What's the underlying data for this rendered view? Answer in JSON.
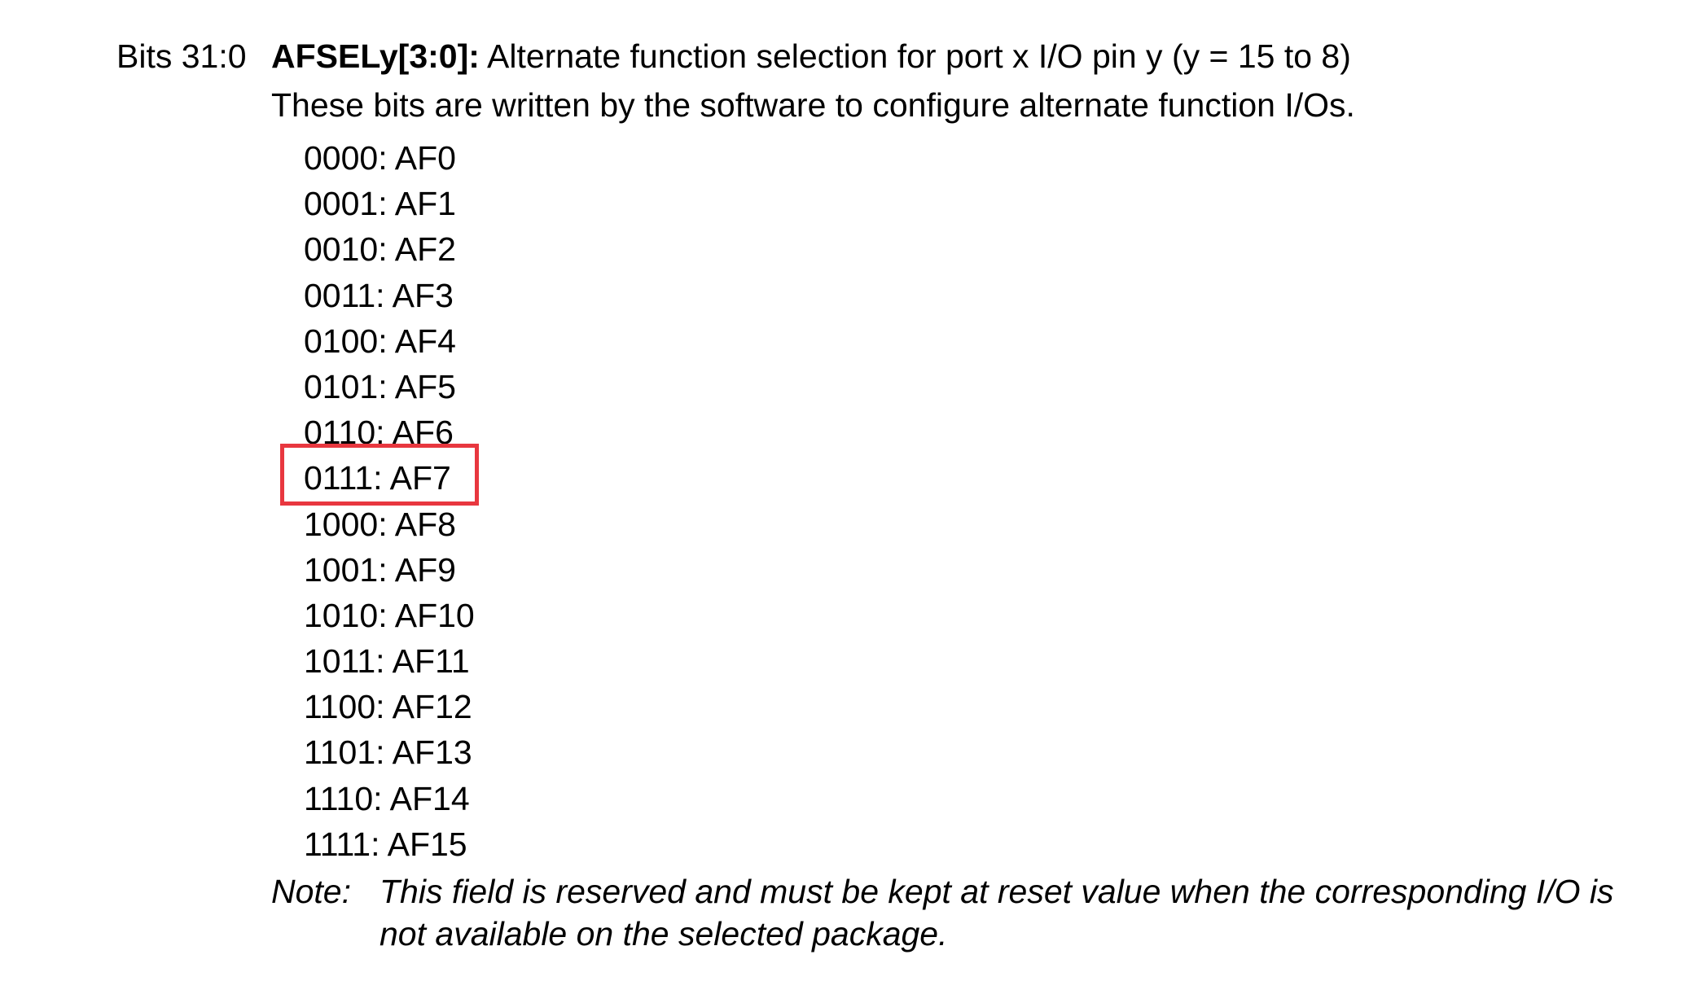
{
  "register": {
    "bits_label": "Bits 31:0",
    "field_name": "AFSELy[3:0]:",
    "field_title": " Alternate function selection for port x I/O pin y (y = 15 to 8)",
    "description": "These bits are written by the software to configure alternate function I/Os.",
    "values": [
      "0000: AF0",
      "0001: AF1",
      "0010: AF2",
      "0011: AF3",
      "0100: AF4",
      "0101: AF5",
      "0110: AF6",
      "0111: AF7",
      "1000: AF8",
      "1001: AF9",
      "1010: AF10",
      "1011: AF11",
      "1100: AF12",
      "1101: AF13",
      "1110: AF14",
      "1111: AF15"
    ],
    "highlighted_value": "0111: AF7",
    "note_label": "Note:",
    "note_text": "This field is reserved and must be kept at reset value when the corresponding I/O is not available on the selected package."
  },
  "colors": {
    "highlight": "#e8373f",
    "text": "#000000",
    "background": "#ffffff"
  }
}
